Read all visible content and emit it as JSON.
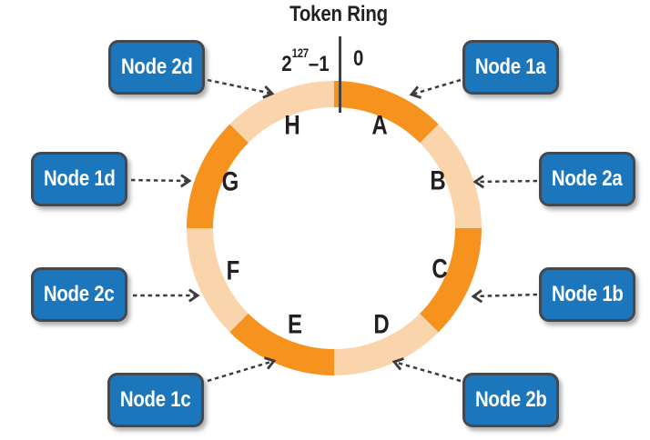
{
  "title": "Token Ring",
  "ring": {
    "origin_label": "0",
    "max_label": {
      "base": "2",
      "exponent": "127",
      "suffix": "–1"
    },
    "segments": [
      {
        "label": "A",
        "tone": "dark"
      },
      {
        "label": "B",
        "tone": "light"
      },
      {
        "label": "C",
        "tone": "dark"
      },
      {
        "label": "D",
        "tone": "light"
      },
      {
        "label": "E",
        "tone": "dark"
      },
      {
        "label": "F",
        "tone": "light"
      },
      {
        "label": "G",
        "tone": "dark"
      },
      {
        "label": "H",
        "tone": "light"
      }
    ]
  },
  "nodes": [
    {
      "label": "Node 2d",
      "position": "top-left",
      "points_to_segment": "H"
    },
    {
      "label": "Node 1a",
      "position": "top-right",
      "points_to_segment": "A"
    },
    {
      "label": "Node 1d",
      "position": "left-upper",
      "points_to_segment": "G"
    },
    {
      "label": "Node 2a",
      "position": "right-upper",
      "points_to_segment": "B"
    },
    {
      "label": "Node 2c",
      "position": "left-lower",
      "points_to_segment": "F"
    },
    {
      "label": "Node 1b",
      "position": "right-lower",
      "points_to_segment": "C"
    },
    {
      "label": "Node 1c",
      "position": "bottom-left",
      "points_to_segment": "E"
    },
    {
      "label": "Node 2b",
      "position": "bottom-right",
      "points_to_segment": "D"
    }
  ],
  "colors": {
    "segment_dark": "#F6921E",
    "segment_light": "#FAD5AB",
    "node_fill": "#1B76BC",
    "node_border": "#44484F",
    "node_text": "#FFFFFF",
    "arrow": "#3C3C3C",
    "text": "#231F20"
  }
}
